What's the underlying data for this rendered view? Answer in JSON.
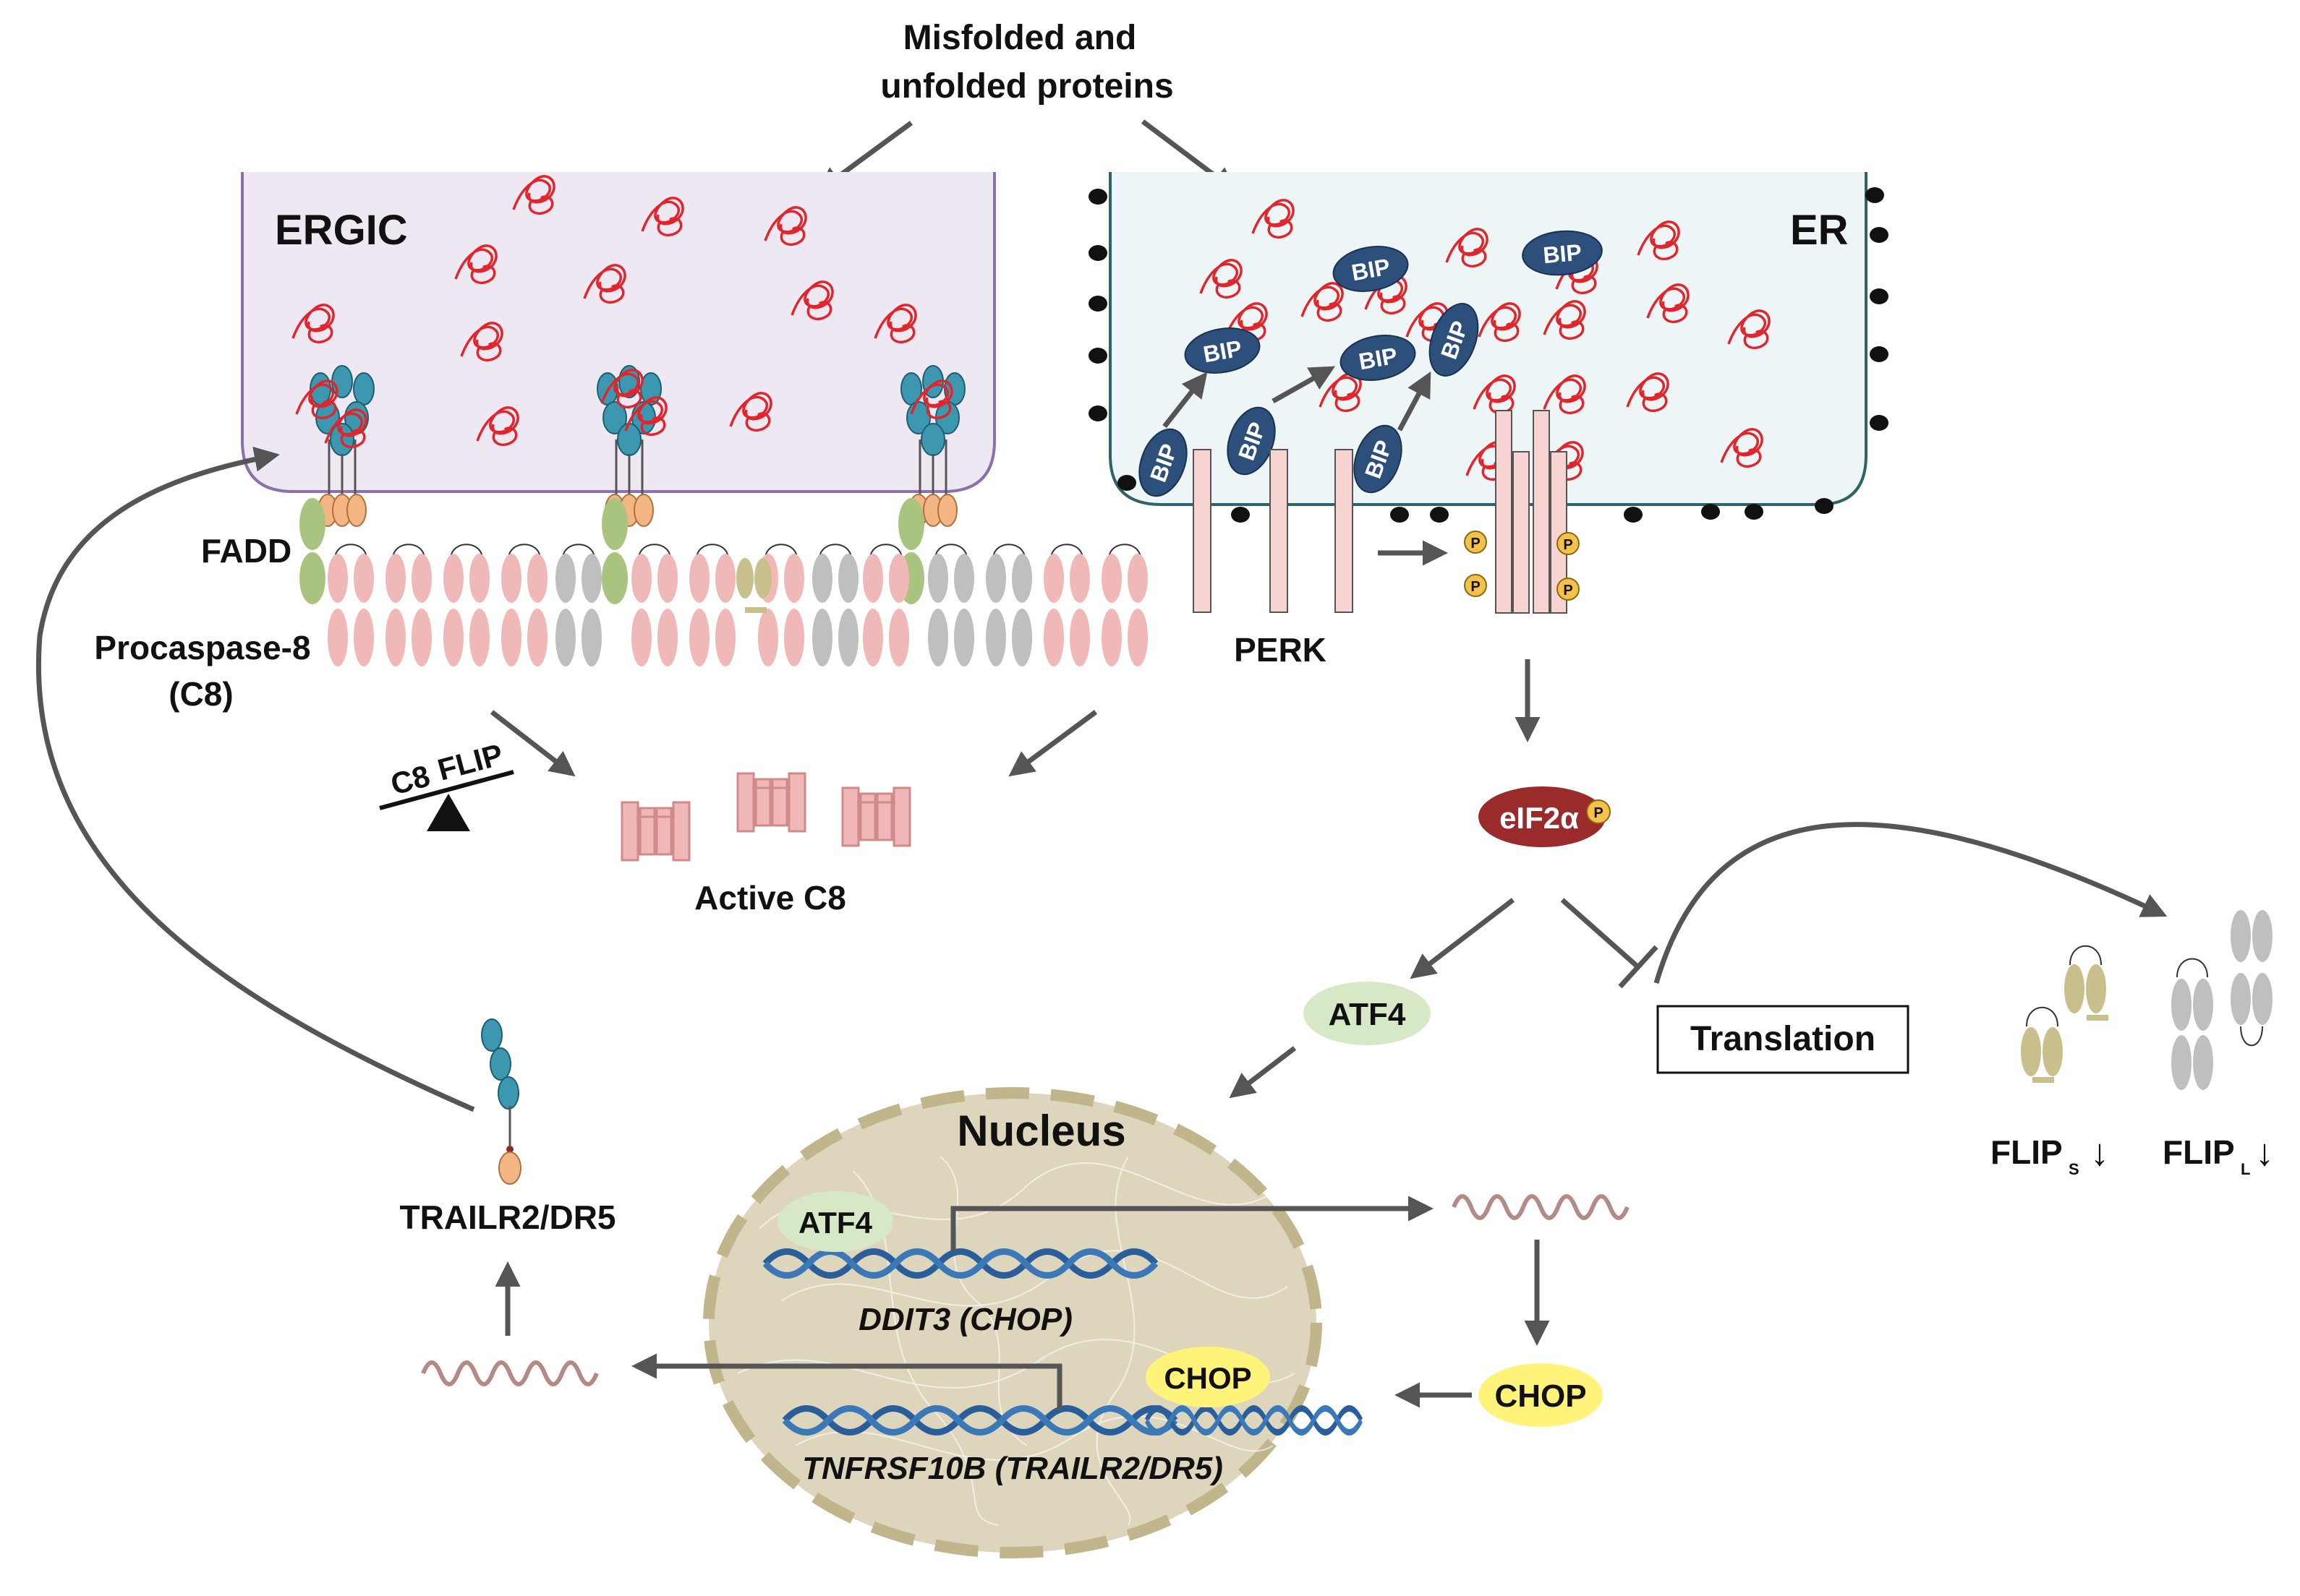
{
  "labels": {
    "misfolded_line1": "Misfolded and",
    "misfolded_line2": "unfolded proteins",
    "ergic": "ERGIC",
    "er": "ER",
    "fadd": "FADD",
    "procaspase_line1": "Procaspase-8",
    "procaspase_line2": "(C8)",
    "balance_c8": "C8",
    "balance_flip": "FLIP",
    "active_c8": "Active C8",
    "perk": "PERK",
    "eif2a": "eIF2α",
    "phospho": "P",
    "atf4": "ATF4",
    "translation": "Translation",
    "nucleus": "Nucleus",
    "atf4_nuc": "ATF4",
    "ddit3": "DDIT3 (CHOP)",
    "chop_nuc": "CHOP",
    "chop": "CHOP",
    "tnfrsf": "TNFRSF10B (TRAILR2/DR5)",
    "trailr2": "TRAILR2/DR5",
    "flips": "FLIP",
    "flips_sub": "S",
    "flipl": "FLIP",
    "flipl_sub": "L",
    "down_arrow": "↓",
    "bip": "BIP"
  },
  "colors": {
    "ergic_fill": "#ede8f2",
    "ergic_border": "#8b6fae",
    "er_fill": "#edf5f7",
    "er_border": "#2e6468",
    "protein_red": "#e2242b",
    "bip_blue": "#2c4f7c",
    "receptor_teal": "#3c98b0",
    "fadd_green": "#a9c47f",
    "death_orange": "#f4b584",
    "caspase_pink": "#f0b8b7",
    "flip_gray": "#bfbfbf",
    "flip_olive": "#c9bf8c",
    "perk_pink": "#f7d4d2",
    "eif2a_red": "#9b2a2a",
    "phospho_yellow": "#f4c24a",
    "atf4_green": "#d7e8c6",
    "chop_yellow": "#fff37a",
    "nucleus_fill": "#ddd6bd",
    "nucleus_border": "#c1b58b",
    "dna_blue": "#2a5e9a",
    "arrow_gray": "#555555"
  },
  "icons": [
    "misfolded-protein-icon",
    "bip-chaperone-icon",
    "death-receptor-icon",
    "perk-receptor-icon",
    "phosphate-icon",
    "dna-helix-icon",
    "mrna-icon",
    "balance-scale-icon",
    "flip-protein-icon"
  ]
}
